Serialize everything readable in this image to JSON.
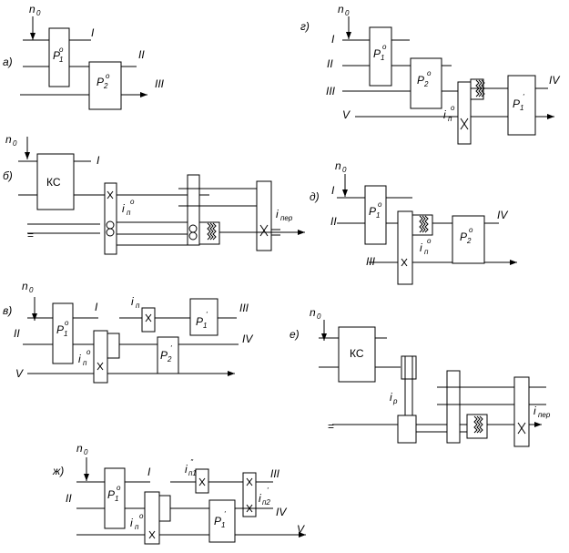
{
  "schemes": [
    {
      "id": "a",
      "label": "а)",
      "input": {
        "main": "n",
        "sub": "0"
      },
      "units": [
        {
          "id": "P1o",
          "main": "P",
          "sub": "1",
          "sup": "o"
        },
        {
          "id": "P2o",
          "main": "P",
          "sub": "2",
          "sup": "o"
        }
      ],
      "shafts": [
        "I",
        "II",
        "III"
      ]
    },
    {
      "id": "b",
      "label": "б)",
      "input": {
        "main": "n",
        "sub": "0"
      },
      "units": [
        {
          "id": "KS",
          "main": "КС"
        }
      ],
      "ratios": [
        {
          "id": "in_o",
          "main": "i",
          "sub": "п",
          "sup": "o"
        },
        {
          "id": "i_per",
          "main": "i",
          "sub": "пер"
        }
      ],
      "shafts": [
        "I",
        "="
      ]
    },
    {
      "id": "v",
      "label": "в)",
      "input": {
        "main": "n",
        "sub": "0"
      },
      "units": [
        {
          "id": "P1o",
          "main": "P",
          "sub": "1",
          "sup": "o"
        },
        {
          "id": "P1p",
          "main": "P",
          "sub": "1",
          "sup": "'"
        },
        {
          "id": "P2p",
          "main": "P",
          "sub": "2",
          "sup": "'"
        }
      ],
      "ratios": [
        {
          "id": "in",
          "main": "i",
          "sub": "п"
        },
        {
          "id": "in_o",
          "main": "i",
          "sub": "п",
          "sup": "o"
        }
      ],
      "shafts": [
        "I",
        "II",
        "III",
        "IV",
        "V"
      ]
    },
    {
      "id": "g",
      "label": "г)",
      "input": {
        "main": "n",
        "sub": "0"
      },
      "units": [
        {
          "id": "P1o",
          "main": "P",
          "sub": "1",
          "sup": "o"
        },
        {
          "id": "P2o",
          "main": "P",
          "sub": "2",
          "sup": "o"
        },
        {
          "id": "P1p",
          "main": "P",
          "sub": "1",
          "sup": "'"
        }
      ],
      "ratios": [
        {
          "id": "in_o",
          "main": "i",
          "sub": "п",
          "sup": "o"
        }
      ],
      "shafts": [
        "I",
        "II",
        "III",
        "IV",
        "V"
      ]
    },
    {
      "id": "d",
      "label": "д)",
      "input": {
        "main": "n",
        "sub": "0"
      },
      "units": [
        {
          "id": "P1o",
          "main": "P",
          "sub": "1",
          "sup": "o"
        },
        {
          "id": "P2o",
          "main": "P",
          "sub": "2",
          "sup": "o"
        }
      ],
      "ratios": [
        {
          "id": "in_o",
          "main": "i",
          "sub": "п",
          "sup": "o"
        }
      ],
      "shafts": [
        "I",
        "II",
        "III",
        "IV"
      ]
    },
    {
      "id": "e",
      "label": "е)",
      "input": {
        "main": "n",
        "sub": "0"
      },
      "units": [
        {
          "id": "KS",
          "main": "КС"
        }
      ],
      "ratios": [
        {
          "id": "ir",
          "main": "i",
          "sub": "р"
        },
        {
          "id": "i_per",
          "main": "i",
          "sub": "пер"
        }
      ],
      "shafts": [
        "="
      ]
    },
    {
      "id": "zh",
      "label": "ж)",
      "input": {
        "main": "n",
        "sub": "0"
      },
      "units": [
        {
          "id": "P1o",
          "main": "P",
          "sub": "1",
          "sup": "o"
        },
        {
          "id": "P1p",
          "main": "P",
          "sub": "1",
          "sup": "'"
        }
      ],
      "ratios": [
        {
          "id": "in_o",
          "main": "i",
          "sub": "п",
          "sup": "o"
        },
        {
          "id": "in1",
          "main": "i",
          "sub": "п1",
          "sup": "''"
        },
        {
          "id": "in2",
          "main": "i",
          "sub": "п2",
          "sup": "'"
        }
      ],
      "shafts": [
        "I",
        "II",
        "III",
        "IV",
        "V"
      ]
    }
  ]
}
